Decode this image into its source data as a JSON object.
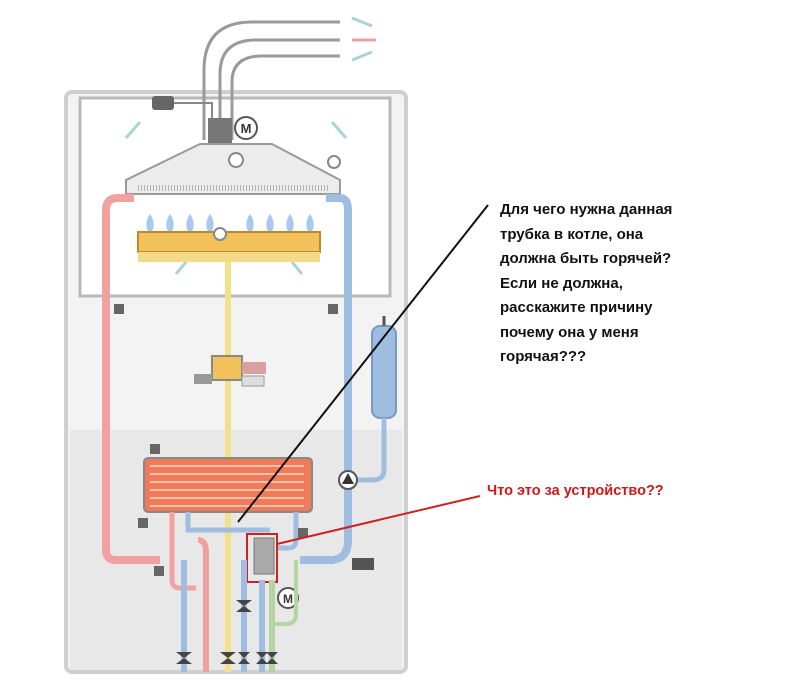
{
  "annotations": {
    "question_main": [
      "Для чего нужна данная",
      "трубка в котле, она",
      "должна быть горячей?",
      "Если не должна,",
      "расскажите причину",
      "почему она у меня",
      "горячая???"
    ],
    "question_device": "Что это за устройство??"
  },
  "colors": {
    "hot_pipe": "#f2a1a1",
    "cold_pipe": "#9fbde0",
    "gas_pipe": "#f3e08a",
    "flue_pipe": "#c9c9c9",
    "annotation_black": "#111111",
    "annotation_red": "#d01818",
    "heat_exchanger": "#f07a5a",
    "burner": "#f3c25a"
  },
  "icons": {
    "fan_motor": "M",
    "pump_motor": "M"
  }
}
